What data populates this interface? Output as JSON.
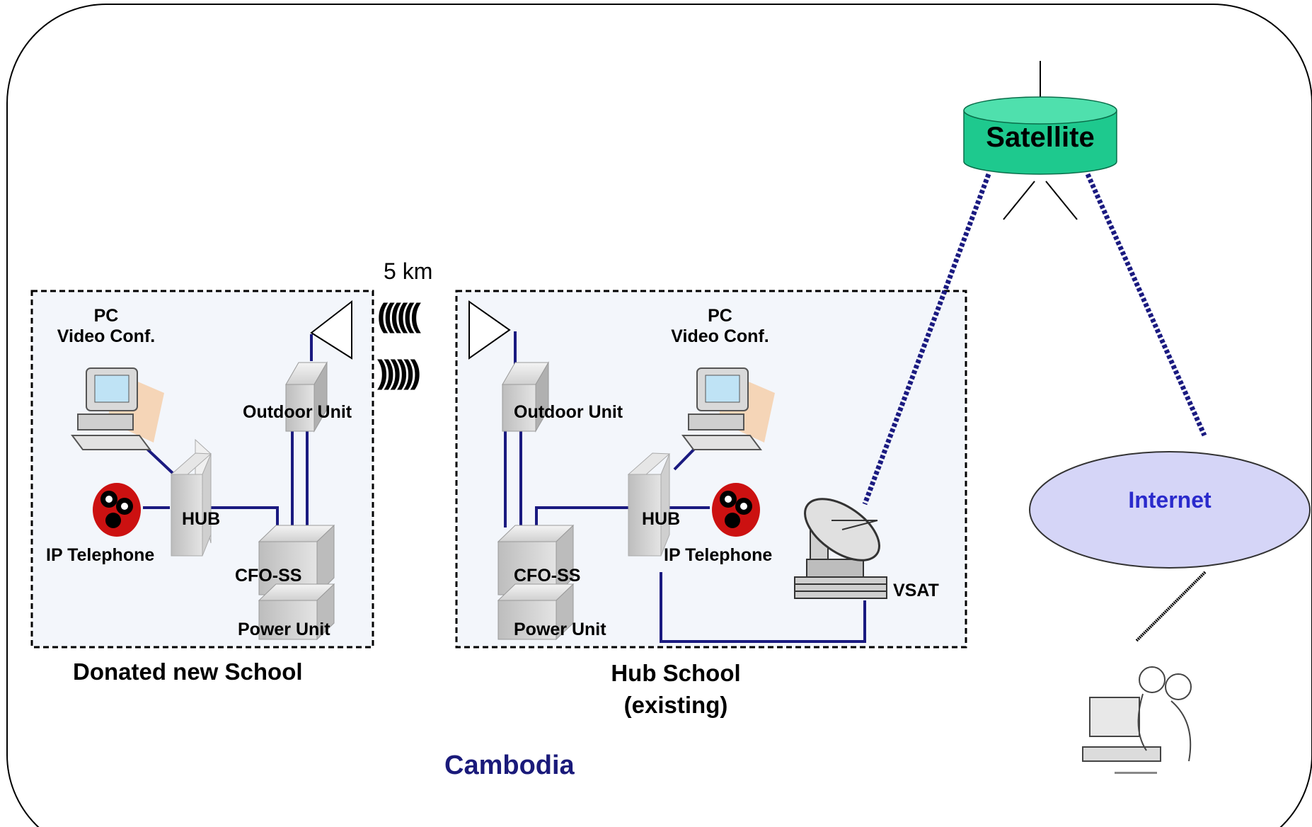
{
  "labels": {
    "satellite": "Satellite",
    "internet": "Internet",
    "distance": "5 km",
    "wave_left": "((((((",
    "wave_right": "))))))",
    "region": "Cambodia"
  },
  "donated_school": {
    "title": "Donated new School",
    "pc_line1": "PC",
    "pc_line2": "Video Conf.",
    "outdoor_unit": "Outdoor Unit",
    "hub": "HUB",
    "ip_telephone": "IP Telephone",
    "cfo_ss": "CFO-SS",
    "power_unit": "Power Unit"
  },
  "hub_school": {
    "title_line1": "Hub School",
    "title_line2": "(existing)",
    "pc_line1": "PC",
    "pc_line2": "Video Conf.",
    "outdoor_unit": "Outdoor Unit",
    "hub": "HUB",
    "ip_telephone": "IP Telephone",
    "cfo_ss": "CFO-SS",
    "power_unit": "Power Unit",
    "vsat": "VSAT"
  },
  "icons": [
    "pc-video-conf-icon",
    "ip-telephone-icon",
    "hub-device-icon",
    "outdoor-unit-icon",
    "cfo-ss-icon",
    "power-unit-icon",
    "antenna-icon",
    "vsat-dish-icon",
    "satellite-icon",
    "internet-cloud-icon",
    "remote-users-icon"
  ],
  "colors": {
    "link_line": "#1a1a80",
    "satellite_fill": "#1ec98e",
    "internet_fill": "#d5d5f7",
    "internet_text": "#2a2acc",
    "region_text": "#1a1a7a"
  }
}
